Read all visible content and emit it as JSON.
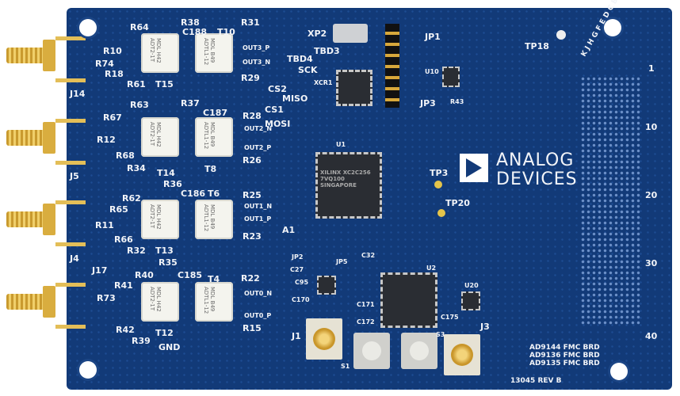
{
  "brand": {
    "line1": "ANALOG",
    "line2": "DEVICES",
    "logo_color": "#ffffff"
  },
  "board_color": "#123a78",
  "connectors": [
    "J14",
    "J5",
    "J4",
    "J17",
    "J1",
    "J3",
    "XP2"
  ],
  "transformers": [
    {
      "ref": "T15",
      "text": "MDL H42 ADT2-1T"
    },
    {
      "ref": "T10",
      "text": "MDL B49 ADTL1-12"
    },
    {
      "ref": "T14",
      "text": "MDL H42 ADT2-1T"
    },
    {
      "ref": "T8",
      "text": "MDL B49 ADTL1-12"
    },
    {
      "ref": "T13",
      "text": "MDL H42 ADT2-1T"
    },
    {
      "ref": "T6",
      "text": "MDL B49 ADTL1-12"
    },
    {
      "ref": "T12",
      "text": "MDL H42 ADT2-1T"
    },
    {
      "ref": "T4",
      "text": "MDL B49 ADTL1-12"
    }
  ],
  "labels": {
    "r64": "R64",
    "r38": "R38",
    "c188": "C188",
    "r31": "R31",
    "out3p": "OUT3_P",
    "out3n": "OUT3_N",
    "r10": "R10",
    "r74": "R74",
    "r18": "R18",
    "r61": "R61",
    "r29": "R29",
    "r37": "R37",
    "r63": "R63",
    "r67": "R67",
    "c187": "C187",
    "r28": "R28",
    "out2n": "OUT2_N",
    "out2p": "OUT2_P",
    "r12": "R12",
    "r68": "R68",
    "r34": "R34",
    "r26": "R26",
    "r36": "R36",
    "r62": "R62",
    "c186": "C186",
    "r65": "R65",
    "r25": "R25",
    "out1n": "OUT1_N",
    "out1p": "OUT1_P",
    "r11": "R11",
    "r66": "R66",
    "r32": "R32",
    "r23": "R23",
    "r35": "R35",
    "c185": "C185",
    "r41": "R41",
    "r40": "R40",
    "r73": "R73",
    "r22": "R22",
    "out0n": "OUT0_N",
    "out0p": "OUT0_P",
    "r42": "R42",
    "r39": "R39",
    "r15": "R15",
    "gnd": "GND",
    "tbd3": "TBD3",
    "tbd4": "TBD4",
    "sck": "SCK",
    "cs2": "CS2",
    "miso": "MISO",
    "cs1": "CS1",
    "mosi": "MOSI",
    "xcr1": "XCR1",
    "jp1": "JP1",
    "jp3": "JP3",
    "u10": "U10",
    "r43": "R43",
    "tp18": "TP18",
    "tp3": "TP3",
    "tp20": "TP20",
    "u1": "U1",
    "u2": "U2",
    "u20": "U20",
    "s1": "S1",
    "s3": "S3",
    "a1": "A1",
    "jp2": "JP2",
    "jp5": "JP5",
    "c32": "C32",
    "c27": "C27",
    "c95": "C95",
    "c170": "C170",
    "c171": "C171",
    "c172": "C172",
    "c175": "C175"
  },
  "fpga_text": "XILINX XC2C256 7VQ100 SINGAPORE",
  "edge_numbers": [
    "1",
    "10",
    "20",
    "30",
    "40"
  ],
  "edge_letters": "K J H G F E D C B A",
  "board_ids": [
    "AD9144 FMC BRD",
    "AD9136 FMC BRD",
    "AD9135 FMC BRD"
  ],
  "revision": "13045 REV B"
}
